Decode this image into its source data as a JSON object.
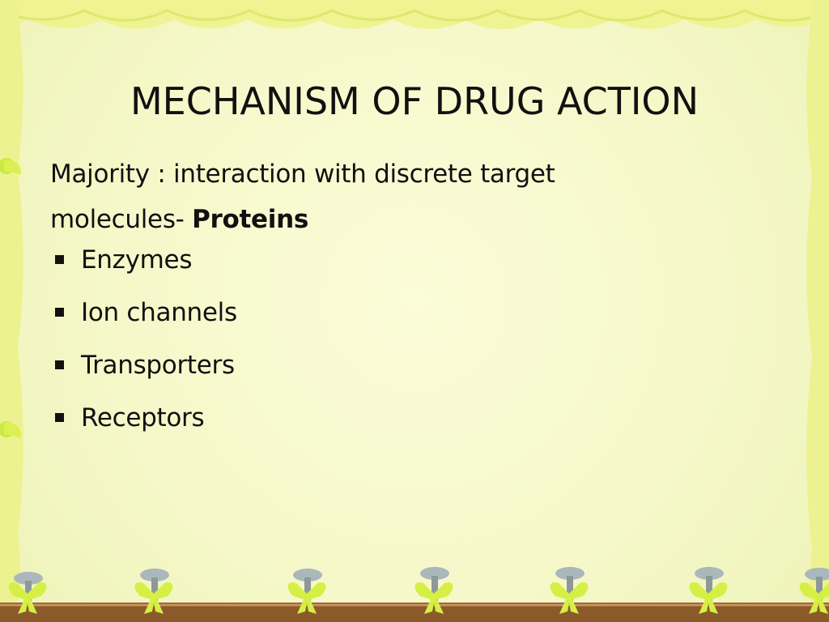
{
  "slide": {
    "title": "MECHANISM OF DRUG ACTION",
    "intro": {
      "line1": "Majority : interaction with discrete target",
      "line2_prefix": "molecules- ",
      "line2_bold": "Proteins"
    },
    "bullets": [
      {
        "label": "Enzymes",
        "marker": "square-bullet"
      },
      {
        "label": "Ion channels",
        "marker": "square-bullet"
      },
      {
        "label": "Transporters",
        "marker": "square-bullet"
      },
      {
        "label": "Receptors",
        "marker": "square-bullet"
      }
    ]
  },
  "theme": {
    "background": "#f4f6c9",
    "frame_yellow": "#e7f06a",
    "ribbon_green": "#d8ec49",
    "nail_gray": "#b4c2c8",
    "text": "#111111"
  }
}
